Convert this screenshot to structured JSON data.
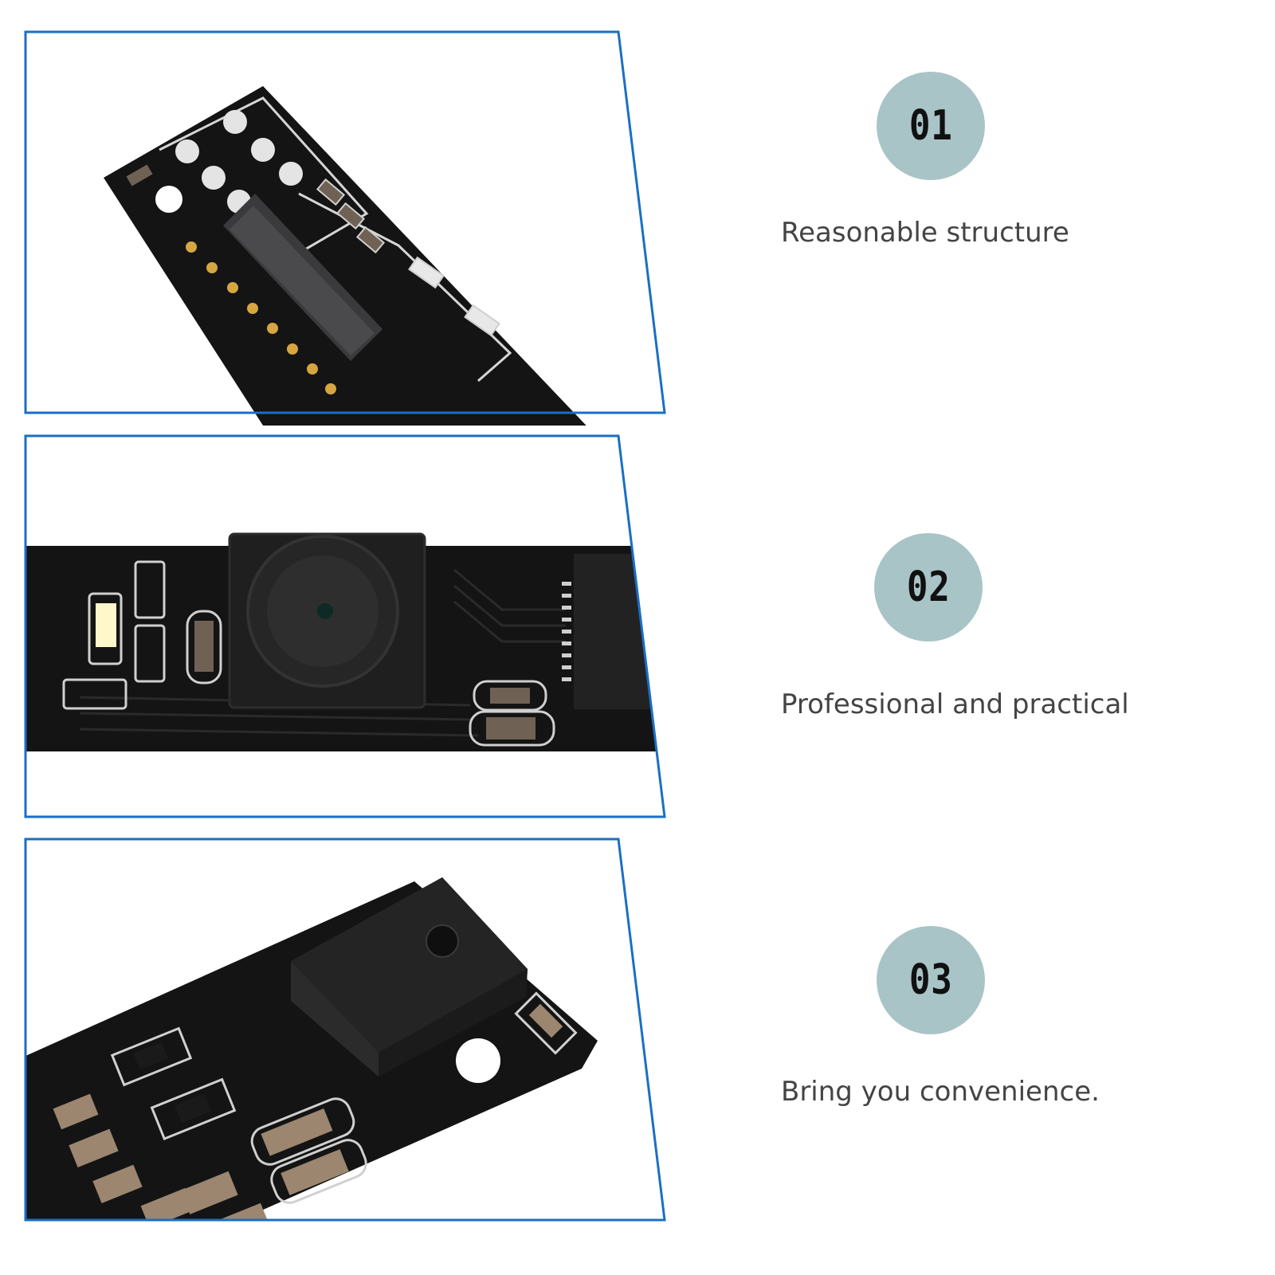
{
  "features": [
    {
      "number": "01",
      "caption": "Reasonable structure"
    },
    {
      "number": "02",
      "caption": "Professional and practical"
    },
    {
      "number": "03",
      "caption": "Bring you convenience."
    }
  ],
  "colors": {
    "frame": "#1a6fc4",
    "badge": "#a9c4c6",
    "pcb": "#141414",
    "caption_text": "#444444"
  },
  "icons": [
    "pcb-connector-photo",
    "camera-module-photo",
    "microphone-module-photo"
  ]
}
